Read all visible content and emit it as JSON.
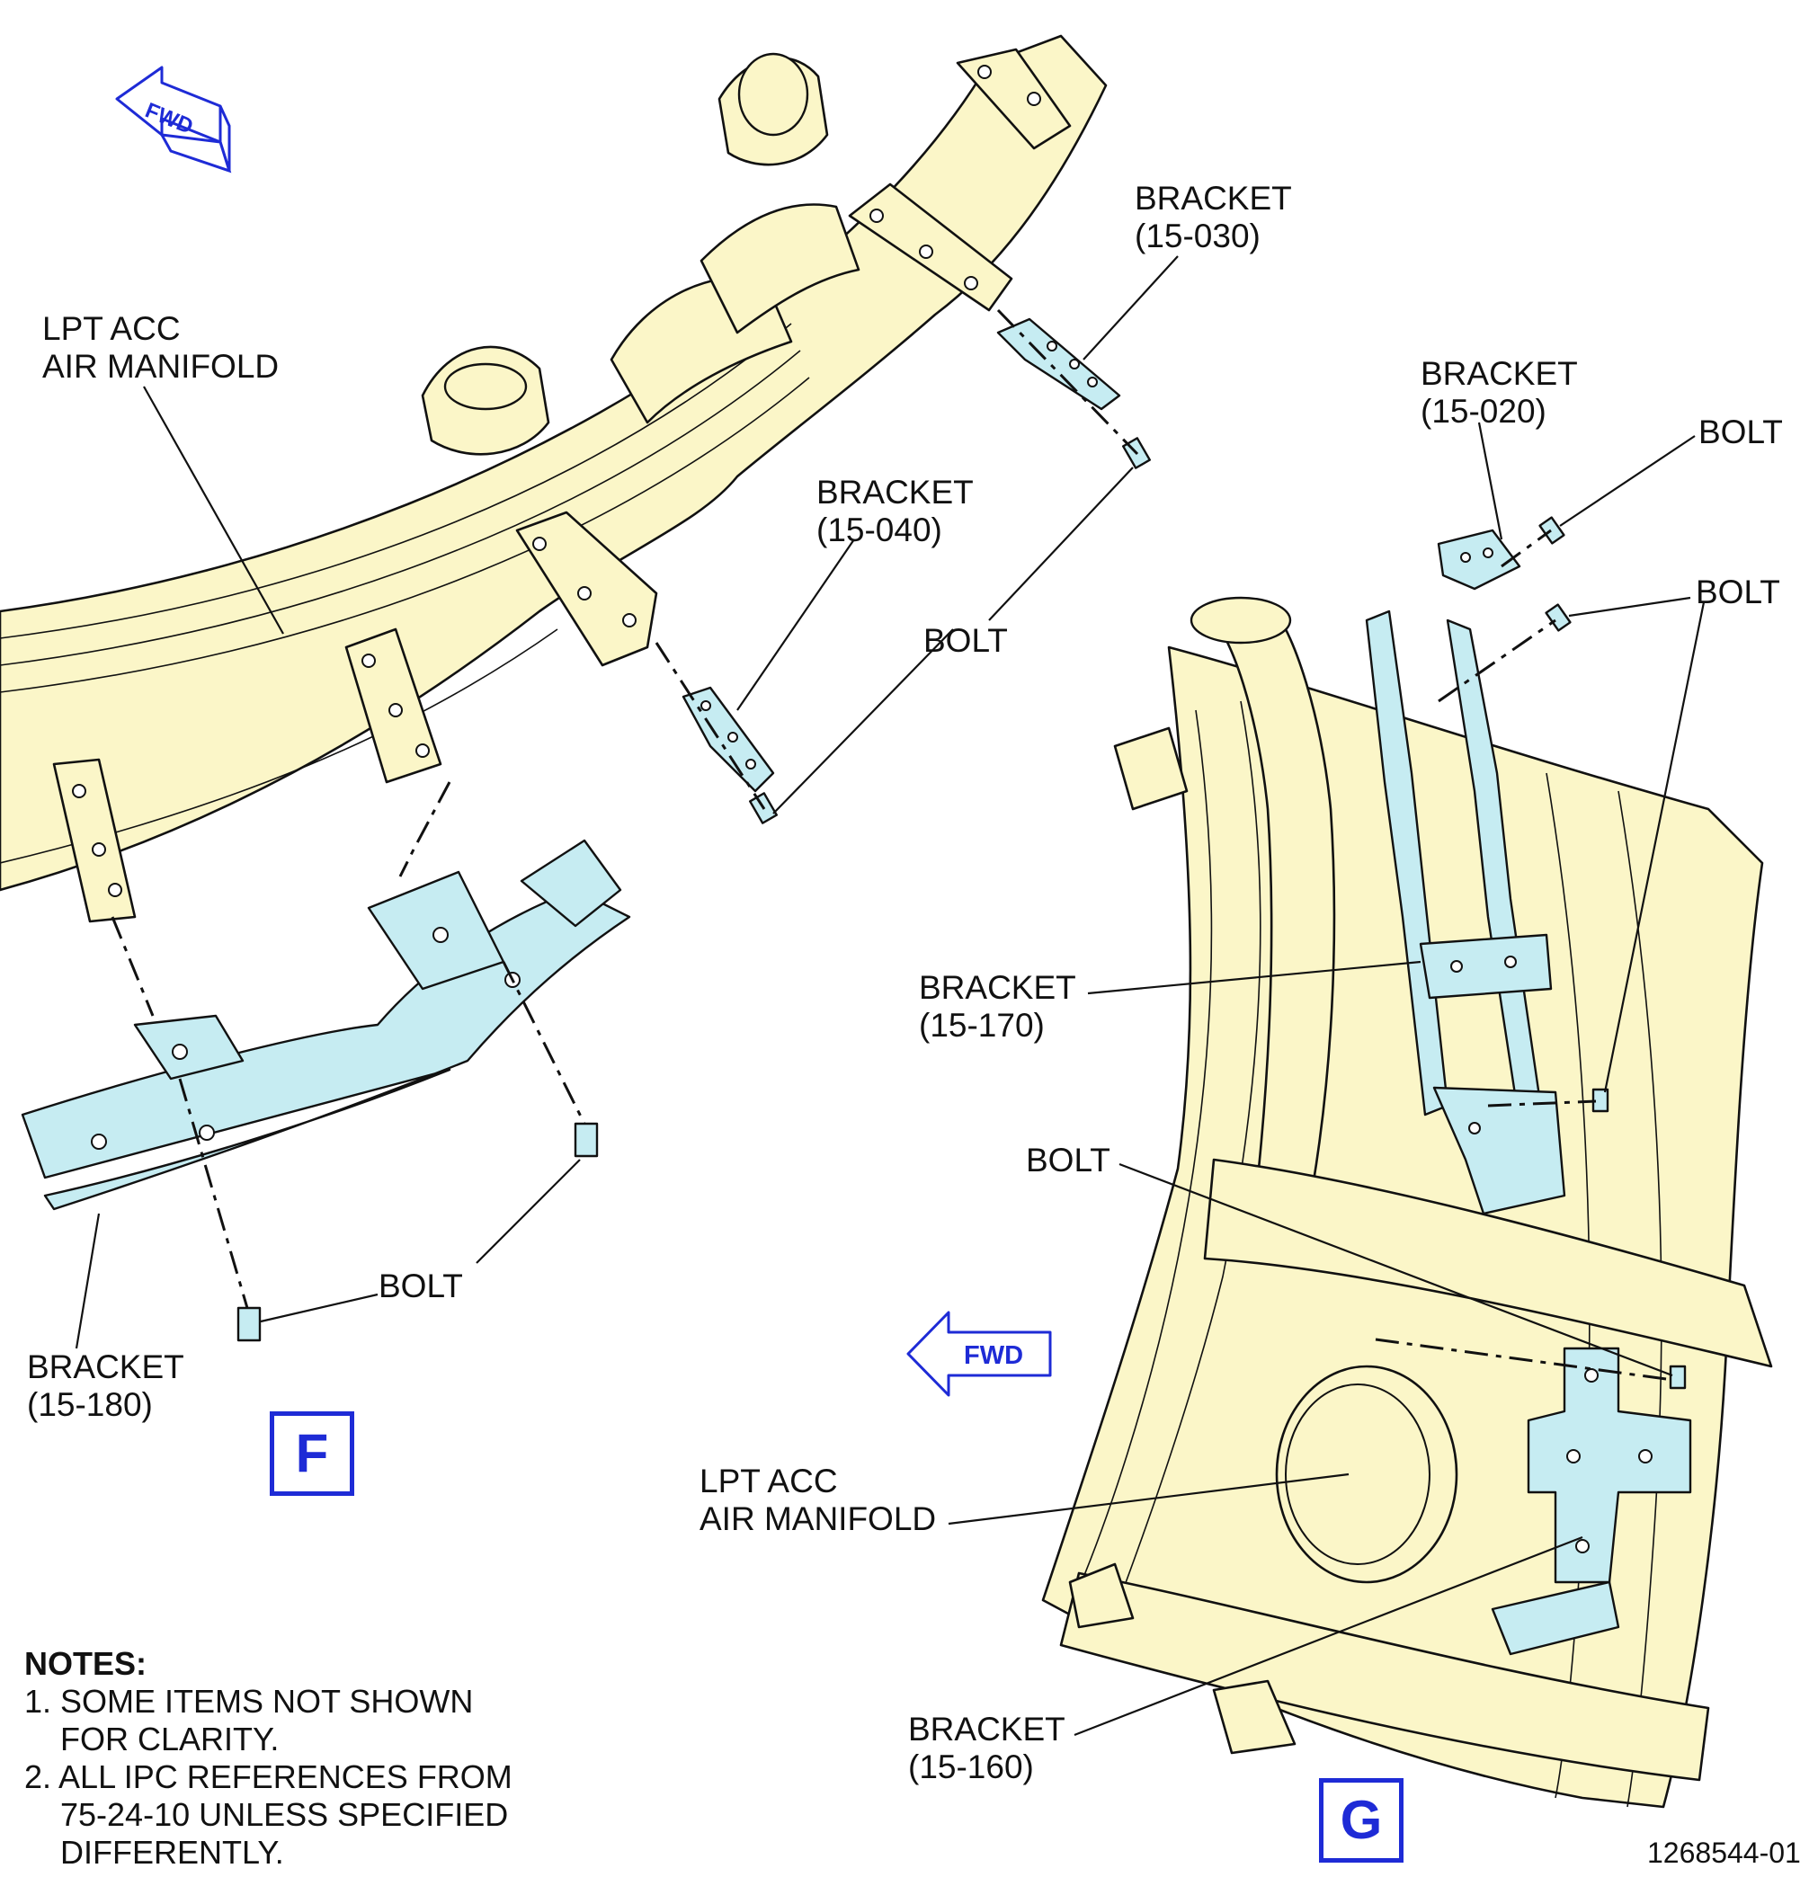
{
  "view_f": {
    "label": "F",
    "fwd": "FWD",
    "callouts": {
      "manifold_line1": "LPT ACC",
      "manifold_line2": "AIR MANIFOLD",
      "bracket_030_line1": "BRACKET",
      "bracket_030_line2": "(15-030)",
      "bracket_040_line1": "BRACKET",
      "bracket_040_line2": "(15-040)",
      "bolt_upper": "BOLT",
      "bolt_lower": "BOLT",
      "bracket_180_line1": "BRACKET",
      "bracket_180_line2": "(15-180)"
    }
  },
  "view_g": {
    "label": "G",
    "fwd": "FWD",
    "callouts": {
      "bracket_020_line1": "BRACKET",
      "bracket_020_line2": "(15-020)",
      "bolt_1": "BOLT",
      "bolt_2": "BOLT",
      "bracket_170_line1": "BRACKET",
      "bracket_170_line2": "(15-170)",
      "bolt_3": "BOLT",
      "manifold_line1": "LPT ACC",
      "manifold_line2": "AIR MANIFOLD",
      "bracket_160_line1": "BRACKET",
      "bracket_160_line2": "(15-160)"
    }
  },
  "notes": {
    "title": "NOTES:",
    "n1_line1": "1. SOME ITEMS NOT SHOWN",
    "n1_line2": "FOR CLARITY.",
    "n2_line1": "2. ALL IPC REFERENCES FROM",
    "n2_line2": "75-24-10 UNLESS SPECIFIED",
    "n2_line3": "DIFFERENTLY."
  },
  "figure_id": "1268544-01",
  "colors": {
    "manifold": "#fbf6c8",
    "bracket": "#c6ecf2",
    "view_label": "#1e2bd6"
  }
}
